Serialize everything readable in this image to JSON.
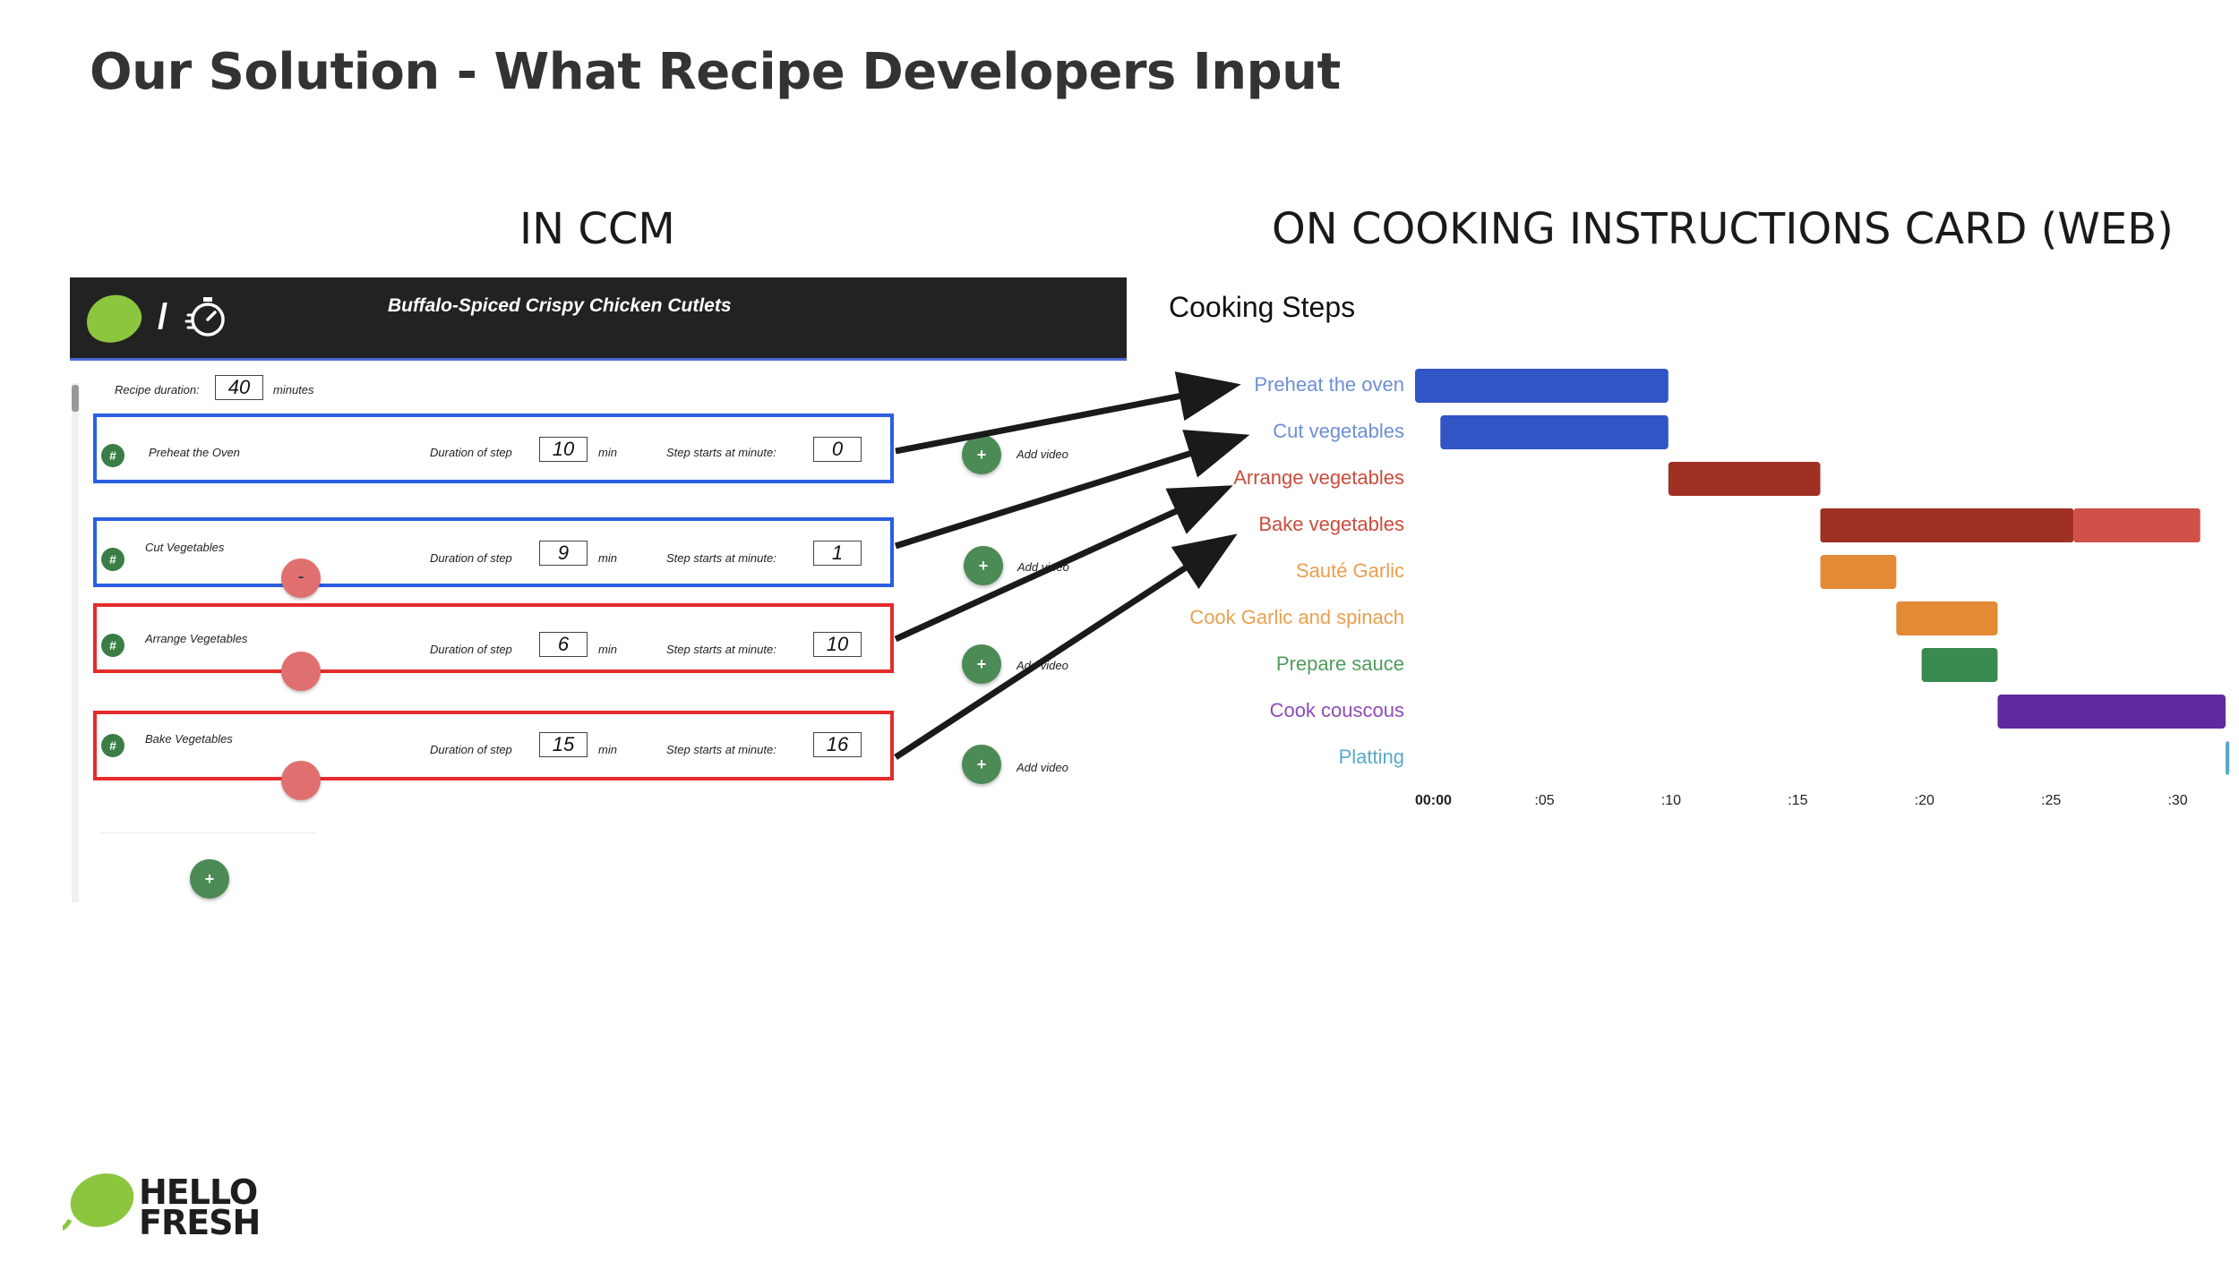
{
  "slide_title": "Our Solution - What Recipe Developers Input",
  "left_heading": "IN CCM",
  "right_heading": "ON COOKING INSTRUCTIONS CARD (WEB)",
  "ccm": {
    "recipe_name": "Buffalo-Spiced Crispy Chicken Cutlets",
    "slash": "/",
    "recipe_duration_label": "Recipe duration:",
    "recipe_duration_value": "40",
    "minutes_label": "minutes",
    "hash_label": "#",
    "minus_label": "-",
    "plus_label": "+",
    "duration_label": "Duration of step",
    "min_label": "min",
    "start_label": "Step starts at minute:",
    "add_video_label": "Add video",
    "steps": [
      {
        "name": "Preheat the Oven",
        "duration": "10",
        "start": "0",
        "border": "blue"
      },
      {
        "name": "Cut Vegetables",
        "duration": "9",
        "start": "1",
        "border": "blue"
      },
      {
        "name": "Arrange Vegetables",
        "duration": "6",
        "start": "10",
        "border": "red"
      },
      {
        "name": "Bake Vegetables",
        "duration": "15",
        "start": "16",
        "border": "red"
      }
    ]
  },
  "chart_data": {
    "type": "gantt",
    "title": "Cooking Steps",
    "x_ticks": [
      "00:00",
      ":05",
      ":10",
      ":15",
      ":20",
      ":25",
      ":30"
    ],
    "xlim": [
      0,
      32
    ],
    "tasks": [
      {
        "name": "Preheat the oven",
        "start": 0,
        "end": 10,
        "color": "#3155c4",
        "label_color": "#6d8fd6"
      },
      {
        "name": "Cut vegetables",
        "start": 1,
        "end": 10,
        "color": "#3155c4",
        "label_color": "#6d8fd6"
      },
      {
        "name": "Arrange vegetables",
        "start": 10,
        "end": 16,
        "color": "#9e3024",
        "label_color": "#cc4b3c"
      },
      {
        "name": "Bake vegetables",
        "segments": [
          {
            "start": 16,
            "end": 26,
            "color": "#9e3024"
          },
          {
            "start": 26,
            "end": 31,
            "color": "#d0504a"
          }
        ],
        "label_color": "#cc4b3c"
      },
      {
        "name": "Sauté Garlic",
        "start": 16,
        "end": 19,
        "color": "#e38a35",
        "label_color": "#e8a04e"
      },
      {
        "name": "Cook Garlic and spinach",
        "start": 19,
        "end": 23,
        "color": "#e38a35",
        "label_color": "#e8a04e"
      },
      {
        "name": "Prepare sauce",
        "start": 20,
        "end": 23,
        "color": "#3a8a4f",
        "label_color": "#4f9c5e"
      },
      {
        "name": "Cook couscous",
        "start": 23,
        "end": 32,
        "color": "#5e2a9e",
        "label_color": "#8d4bb8"
      },
      {
        "name": "Platting",
        "start": 32,
        "end": 32.15,
        "color": "#5aaac6",
        "label_color": "#5aaac6"
      }
    ]
  },
  "brand": {
    "line1": "HELLO",
    "line2": "FRESH",
    "colors": {
      "lime": "#8cc63f",
      "dark": "#1e1e1e"
    }
  }
}
